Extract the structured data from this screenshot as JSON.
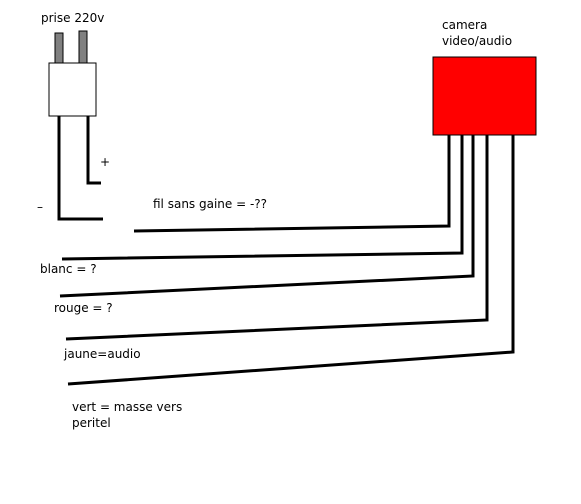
{
  "labels": {
    "prise": "prise 220v",
    "camera_line1": "camera",
    "camera_line2": "video/audio",
    "plus": "+",
    "minus": "–",
    "fil": "fil sans gaine = -??",
    "blanc": "blanc = ?",
    "rouge": "rouge = ?",
    "jaune": "jaune=audio",
    "vert_line1": "vert = masse vers",
    "vert_line2": "peritel"
  },
  "colors": {
    "camera_fill": "#ff0000",
    "wire": "#000000",
    "plug_body": "#ffffff",
    "plug_pins": "#808080"
  }
}
